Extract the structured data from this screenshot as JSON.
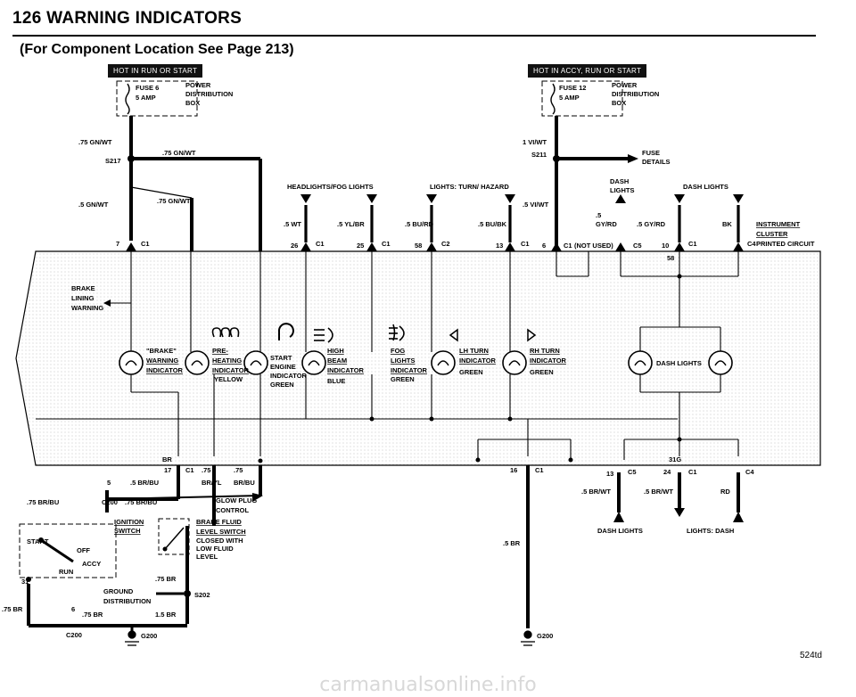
{
  "header": {
    "title": "126 WARNING INDICATORS",
    "subtitle": "(For Component Location See Page 213)"
  },
  "hot_tags": {
    "left": "HOT IN RUN OR START",
    "right": "HOT IN ACCY, RUN OR START"
  },
  "fuse_left": {
    "fuse": "FUSE 6",
    "amp": "5 AMP",
    "box": [
      "POWER",
      "DISTRIBUTION",
      "BOX"
    ]
  },
  "fuse_right": {
    "fuse": "FUSE 12",
    "amp": "5 AMP",
    "box": [
      "POWER",
      "DISTRIBUTION",
      "BOX"
    ]
  },
  "wires": {
    "gnwt_75": ".75 GN/WT",
    "gnwt_5": ".5 GN/WT",
    "s217": "S217",
    "s211": "S211",
    "vi_wt": "1 VI/WT",
    "vi_wt5": ".5 VI/WT",
    "fuse_details": [
      "FUSE",
      "DETAILS"
    ],
    "wt5": ".5 WT",
    "ylbr5": ".5 YL/BR",
    "burd5": ".5 BU/RD",
    "bubk5": ".5 BU/BK",
    "gyrd5": ".5 GY/RD",
    "gyrd5_a": ".5",
    "gyrd5_b": "GY/RD",
    "bk": "BK",
    "br": "BR",
    "bu_br5": ".5 BR/BU",
    "br_yl75": ".75",
    "br_yl": "BR/YL",
    "br_bu75": ".75",
    "br_bu": "BR/BU",
    "br_bu_75": ".75 BR/BU",
    "br_bu_left": ".75 BR/BU",
    "br75": ".75 BR",
    "br15": "1.5 BR",
    "br75_left": ".75 BR",
    "br_5_mid": ".5 BR",
    "br_wt5": ".5 BR/WT",
    "br_wt5b": ".5 BR/WT",
    "rd": "RD"
  },
  "labels": {
    "headlights": "HEADLIGHTS/FOG LIGHTS",
    "turn": "LIGHTS: TURN/ HAZARD",
    "dash_lights_top": [
      "DASH",
      "LIGHTS"
    ],
    "dash_lights_top2": "DASH LIGHTS",
    "cluster": [
      "INSTRUMENT",
      "CLUSTER",
      "PRINTED CIRCUIT"
    ],
    "brake_lining": [
      "BRAKE",
      "LINING",
      "WARNING"
    ],
    "brake_ind": [
      "\"BRAKE\"",
      "WARNING",
      "INDICATOR"
    ],
    "preheat": [
      "PRE-",
      "HEATING",
      "INDICATOR",
      "YELLOW"
    ],
    "start_engine": [
      "START",
      "ENGINE",
      "INDICATOR",
      "GREEN"
    ],
    "high_beam": [
      "HIGH",
      "BEAM",
      "INDICATOR",
      "BLUE"
    ],
    "fog": [
      "FOG",
      "LIGHTS",
      "INDICATOR",
      "GREEN"
    ],
    "lh_turn": [
      "LH TURN",
      "INDICATOR",
      "GREEN"
    ],
    "rh_turn": [
      "RH TURN",
      "INDICATOR",
      "GREEN"
    ],
    "dash_lights_bulb": "DASH LIGHTS",
    "glow_plug": [
      "GLOW PLUG",
      "CONTROL"
    ],
    "ignition": [
      "IGNITION",
      "SWITCH"
    ],
    "start": "START",
    "off": "OFF",
    "accy": "ACCY",
    "run": "RUN",
    "brake_fluid": [
      "BRAKE FLUID",
      "LEVEL SWITCH",
      "CLOSED WITH",
      "LOW FLUID",
      "LEVEL"
    ],
    "ground_dist": [
      "GROUND",
      "DISTRIBUTION"
    ],
    "s202": "S202",
    "g200a": "G200",
    "g200b": "G200",
    "c200a": "C200",
    "c200b": "C200",
    "dash_lights_bot": "DASH LIGHTS",
    "lights_dash": "LIGHTS: DASH"
  },
  "pins": {
    "p7": "7",
    "p26": "26",
    "p25": "25",
    "p58": "58",
    "p13": "13",
    "p6": "6",
    "p6b": "6",
    "p10": "10",
    "p17": "17",
    "p16": "16",
    "p13b": "13",
    "p24": "24",
    "p5": "5",
    "p6c": "6",
    "p31": "31",
    "p58b": "58",
    "p31g": "31G",
    "c1": "C1",
    "c2": "C2",
    "c5": "C5",
    "c4": "C4",
    "not_used": "(NOT USED)",
    "c1n": "C1"
  },
  "footer": {
    "code": "524td",
    "watermark": "carmanualsonline.info"
  }
}
